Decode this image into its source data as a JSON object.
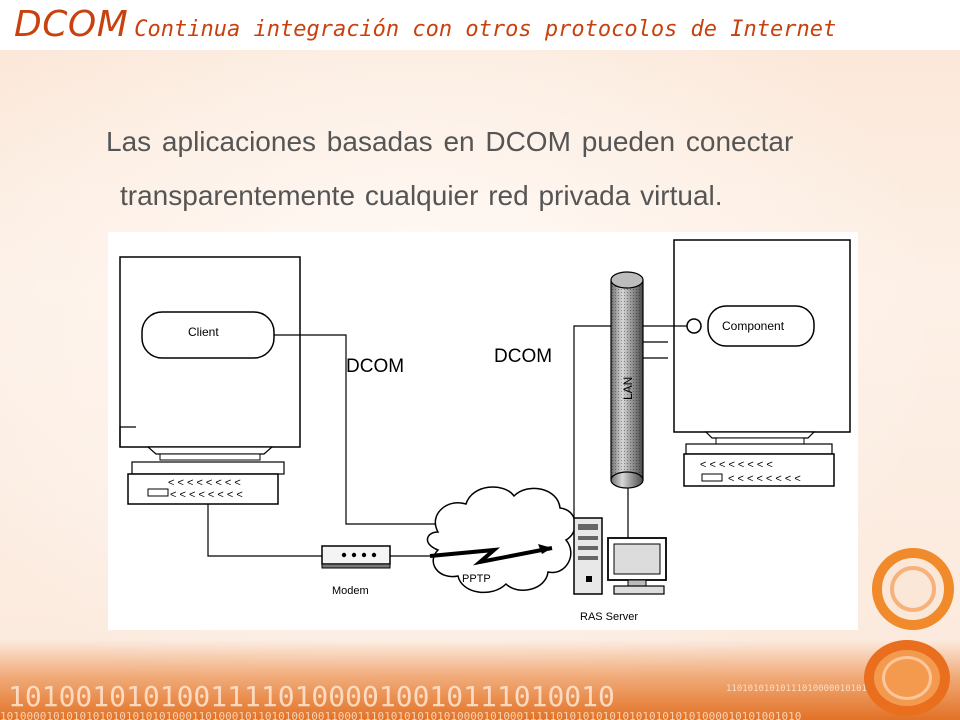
{
  "slide": {
    "title_main": "DCOM",
    "title_sub": "Continua integración con otros protocolos de Internet",
    "body_line1": "Las aplicaciones basadas en DCOM pueden conectar",
    "body_line2": "transparentemente cualquier red privada virtual."
  },
  "diagram": {
    "client_label": "Client",
    "component_label": "Component",
    "dcom_label_left": "DCOM",
    "dcom_label_right": "DCOM",
    "lan_label": "LAN",
    "pptp_label": "PPTP",
    "modem_label": "Modem",
    "ras_server_label": "RAS Server",
    "keyboard_row": "< < < < < < < <"
  },
  "decoration": {
    "binary_big": "101001010100111101000010010111010010",
    "binary_small": "1010000101010101010101010100011010001011010100100110001110101010101010000101000111110101010101010101010101000010101001010",
    "binary_right": "1101010101011101000001010101010100",
    "colors": {
      "accent": "#c7420e",
      "band": "#e27226",
      "text": "#555555",
      "ring_outer": "#f08a2a"
    }
  }
}
